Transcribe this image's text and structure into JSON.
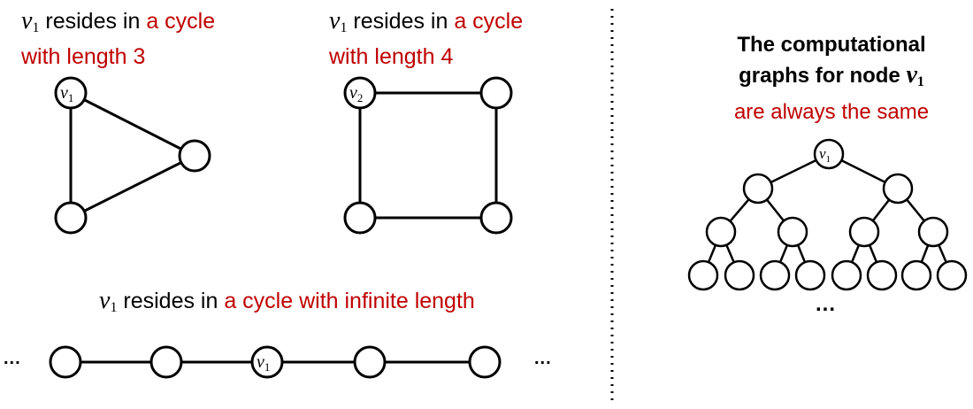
{
  "captions": {
    "triangle": {
      "var": "v",
      "sub": "1",
      "prefix": " resides in ",
      "red1": "a cycle",
      "red2": "with length 3"
    },
    "square": {
      "var": "v",
      "sub": "1",
      "prefix": " resides in ",
      "red1": "a cycle",
      "red2": "with length 4"
    },
    "line": {
      "var": "v",
      "sub": "1",
      "prefix": " resides in ",
      "red": "a cycle with infinite length"
    }
  },
  "right_panel": {
    "line1": "The computational",
    "line2_prefix": "graphs for node ",
    "line2_var": "v",
    "line2_sub": "1",
    "line3": "are always the same",
    "ellipsis": "..."
  },
  "node_labels": {
    "triangle_top": {
      "var": "v",
      "sub": "1"
    },
    "square_top_left": {
      "var": "v",
      "sub": "2"
    },
    "line_middle": {
      "var": "v",
      "sub": "1"
    },
    "tree_root": {
      "var": "v",
      "sub": "1"
    }
  },
  "line_graph": {
    "left_ellipsis": "...",
    "right_ellipsis": "..."
  },
  "colors": {
    "highlight": "#c00000",
    "stroke": "#000000"
  }
}
